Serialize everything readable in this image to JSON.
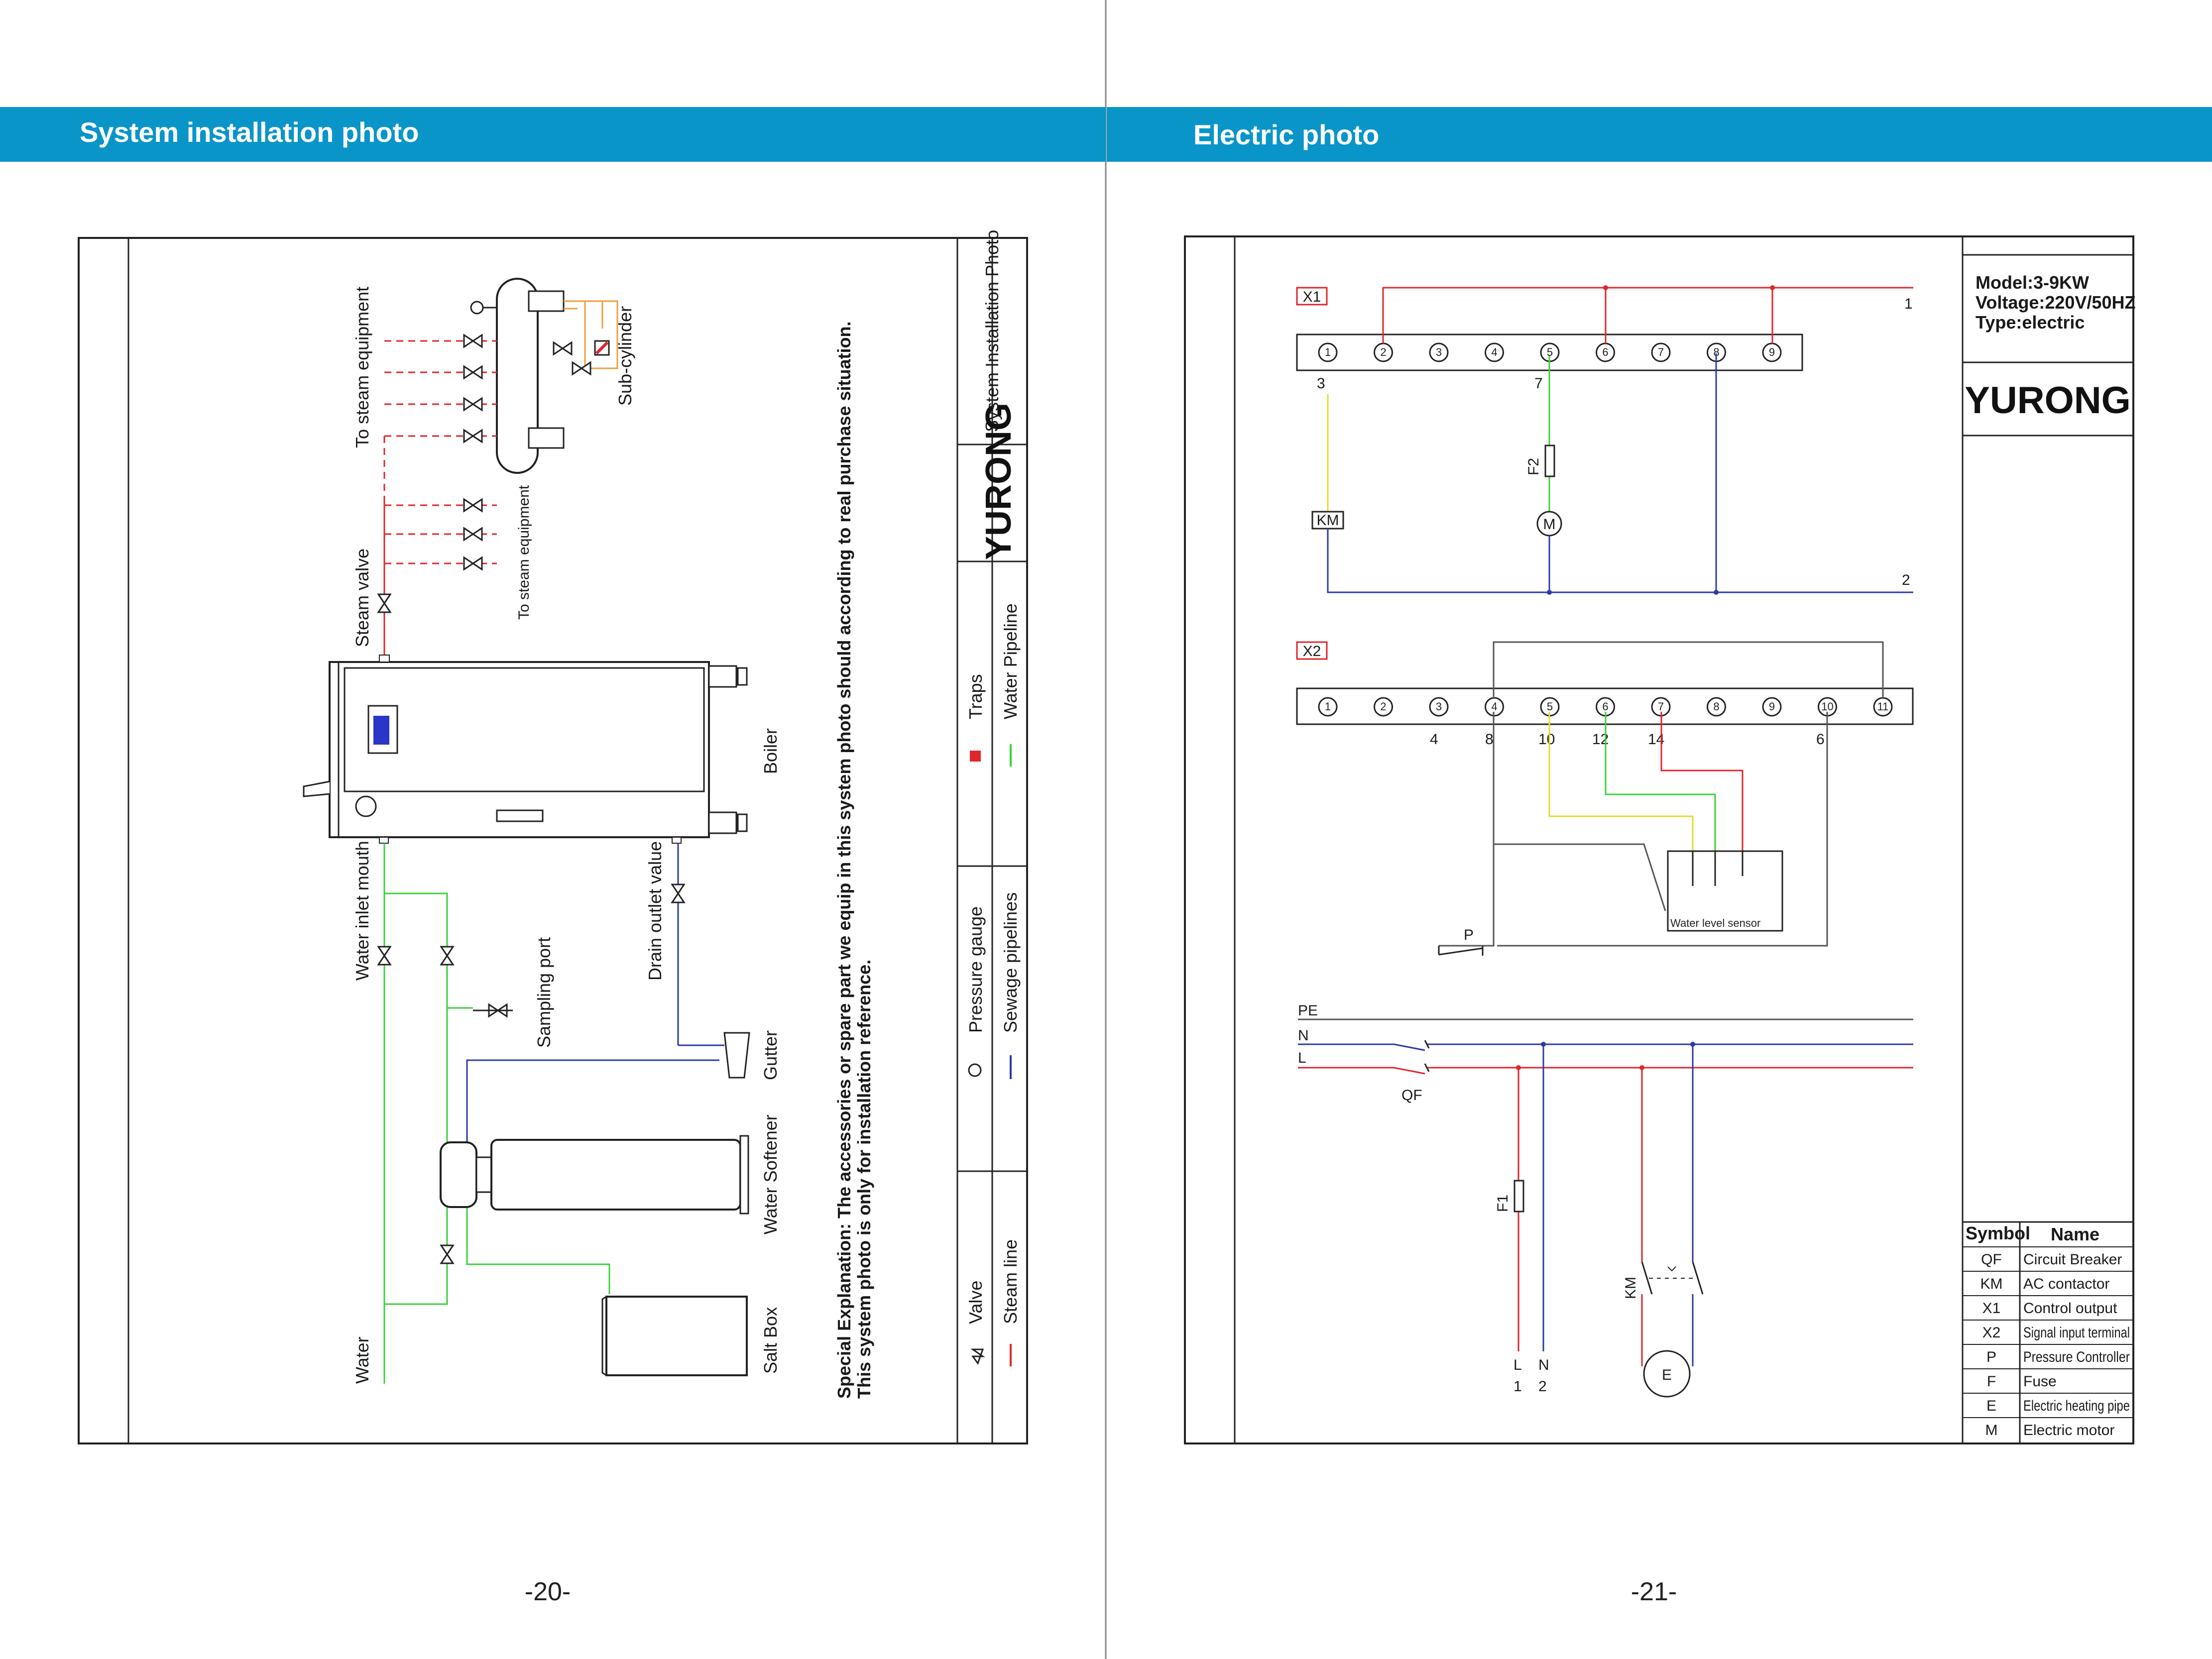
{
  "left_page": {
    "header": "System installation photo",
    "labels": {
      "to_steam_equipment_1": "To steam equipment",
      "to_steam_equipment_2": "To steam equipment",
      "sub_cylinder": "Sub-cylinder",
      "steam_valve": "Steam valve",
      "boiler": "Boiler",
      "water_inlet_mouth": "Water inlet mouth",
      "drain_outlet_value": "Drain outlet value",
      "sampling_port": "Sampling port",
      "gutter": "Gutter",
      "water_softener": "Water Softener",
      "water": "Water",
      "salt_box": "Salt Box"
    },
    "note_line1": "Special Explanation: The accessories or spare part we equip in this system photo should according to real purchase situation.",
    "note_line2": "This system photo is only for installation reference.",
    "title_block": {
      "title": "System Installation Photo",
      "brand": "YURONG"
    },
    "legend": [
      {
        "symbol": "valve",
        "label": "Valve"
      },
      {
        "symbol": "pressure-gauge",
        "label": "Pressure gauge"
      },
      {
        "symbol": "trap",
        "label": "Traps"
      },
      {
        "symbol": "steam-line",
        "label": "Steam line",
        "color": "#e0262b"
      },
      {
        "symbol": "sewage-line",
        "label": "Sewage pipelines",
        "color": "#2b3aa8"
      },
      {
        "symbol": "water-line",
        "label": "Water Pipeline",
        "color": "#3ad13a"
      }
    ],
    "page_number": "-20-"
  },
  "right_page": {
    "header": "Electric photo",
    "info": {
      "model": "Model:3-9KW",
      "voltage": "Voltage:220V/50HZ",
      "type": "Type:electric",
      "brand": "YURONG"
    },
    "x1": {
      "tag": "X1",
      "terminals": [
        "1",
        "2",
        "3",
        "4",
        "5",
        "6",
        "7",
        "8",
        "9"
      ],
      "wire_labels": {
        "w3": "3",
        "w7": "7",
        "w1": "1",
        "w2": "2",
        "f2": "F2",
        "km": "KM",
        "motor": "M"
      }
    },
    "x2": {
      "tag": "X2",
      "terminals": [
        "1",
        "2",
        "3",
        "4",
        "5",
        "6",
        "7",
        "8",
        "9",
        "10",
        "11"
      ],
      "wire_labels": [
        "4",
        "8",
        "10",
        "12",
        "14",
        "6"
      ],
      "sensor": "Water level sensor",
      "p": "P"
    },
    "power": {
      "pe": "PE",
      "n": "N",
      "l": "L",
      "qf": "QF",
      "f1": "F1",
      "km": "KM",
      "e": "E",
      "l_bottom": "L",
      "n_bottom": "N",
      "num1": "1",
      "num2": "2"
    },
    "symbol_table": {
      "headers": [
        "Symbol",
        "Name"
      ],
      "rows": [
        [
          "QF",
          "Circuit Breaker"
        ],
        [
          "KM",
          "AC contactor"
        ],
        [
          "X1",
          "Control output"
        ],
        [
          "X2",
          "Signal input terminal"
        ],
        [
          "P",
          "Pressure Controller"
        ],
        [
          "F",
          "Fuse"
        ],
        [
          "E",
          "Electric heating pipe"
        ],
        [
          "M",
          "Electric motor"
        ]
      ]
    },
    "page_number": "-21-"
  },
  "colors": {
    "header_bar": "#0a95c8",
    "steam": "#e0262b",
    "water": "#3ad13a",
    "sewage": "#2b3aa8",
    "yellow": "#e8d92a",
    "orange": "#e8a23a",
    "screen": "#2a36c8"
  }
}
